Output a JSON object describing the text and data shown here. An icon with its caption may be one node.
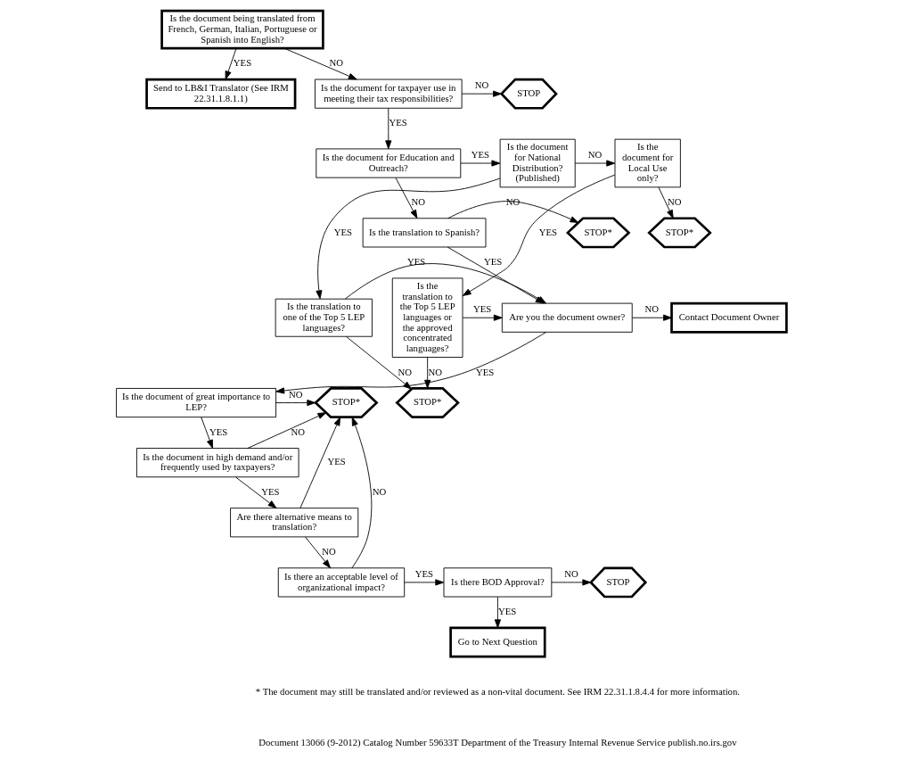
{
  "diagram": {
    "nodes": [
      {
        "text": [
          "Is the document being translated from French, German, Italian, Portuguese or Spanish into English?"
        ]
      },
      {
        "text": [
          "Send to LB&I Translator (See IRM 22.31.1.8.1.1)"
        ]
      },
      {
        "text": [
          "STOP"
        ]
      },
      {
        "text": [
          "Is the document for taxpayer use in meeting their tax responsibilities?"
        ]
      },
      {
        "text": [
          "Is the document for Education and Outreach?"
        ]
      },
      {
        "text": [
          "Is the document for National Distribution? (Published)"
        ]
      },
      {
        "text": [
          "Is the document for Local Use only?"
        ]
      },
      {
        "text": [
          "STOP*"
        ]
      },
      {
        "text": [
          "STOP*"
        ]
      },
      {
        "text": [
          "Is the translation to Spanish?"
        ]
      },
      {
        "text": [
          "Contact Document Owner"
        ]
      },
      {
        "text": [
          "Are you the document owner?"
        ]
      },
      {
        "text": [
          "Is the translation to one of the Top 5 LEP languages?"
        ]
      },
      {
        "text": [
          "Is the translation to the Top 5 LEP languages or the approved concentrated languages?"
        ]
      },
      {
        "text": [
          "STOP*"
        ]
      },
      {
        "text": [
          "Is the document of great importance to LEP?"
        ]
      },
      {
        "text": [
          "STOP*"
        ]
      },
      {
        "text": [
          "Is the document in high demand and/or frequently used by taxpayers?"
        ]
      },
      {
        "text": [
          "Are there alternative means to translation?"
        ]
      },
      {
        "text": [
          "Is there an acceptable level of organizational impact?"
        ]
      },
      {
        "text": [
          "Is there BOD Approval?"
        ]
      },
      {
        "text": [
          "STOP"
        ]
      },
      {
        "text": [
          "Go to Next Question"
        ]
      }
    ],
    "edges": [
      {
        "from": 0,
        "to": 1,
        "arrow": "to",
        "label": "YES"
      },
      {
        "from": 0,
        "to": 3,
        "arrow": "to",
        "label": "NO"
      },
      {
        "from": 3,
        "to": 2,
        "arrow": "to",
        "label": "NO"
      },
      {
        "from": 3,
        "to": 4,
        "arrow": "to",
        "label": "YES"
      },
      {
        "from": 4,
        "to": 5,
        "arrow": "to",
        "label": "YES"
      },
      {
        "from": 5,
        "to": 6,
        "arrow": "to",
        "label": "NO"
      },
      {
        "from": 6,
        "to": 7,
        "arrow": "to",
        "label": "NO"
      },
      {
        "from": 6,
        "to": 13,
        "arrow": "to",
        "label": "YES"
      },
      {
        "from": 5,
        "to": 12,
        "arrow": "to",
        "label": "YES"
      },
      {
        "from": 4,
        "to": 9,
        "arrow": "to",
        "label": "NO"
      },
      {
        "from": 9,
        "to": 8,
        "arrow": "to",
        "label": "NO"
      },
      {
        "from": 9,
        "to": 11,
        "arrow": "to",
        "label": "YES"
      },
      {
        "from": 12,
        "to": 11,
        "arrow": "to",
        "label": "YES"
      },
      {
        "from": 12,
        "to": 16,
        "arrow": "to",
        "label": "NO"
      },
      {
        "from": 13,
        "to": 16,
        "arrow": "to",
        "label": "NO"
      },
      {
        "from": 13,
        "to": 11,
        "arrow": "to",
        "label": "YES"
      },
      {
        "from": 11,
        "to": 10,
        "arrow": "to",
        "label": "NO"
      },
      {
        "from": 11,
        "to": 15,
        "arrow": "to",
        "label": "YES"
      },
      {
        "from": 15,
        "to": 14,
        "arrow": "to",
        "label": "NO"
      },
      {
        "from": 15,
        "to": 17,
        "arrow": "to",
        "label": "YES"
      },
      {
        "from": 17,
        "to": 14,
        "arrow": "to",
        "label": "NO"
      },
      {
        "from": 17,
        "to": 18,
        "arrow": "to",
        "label": "YES"
      },
      {
        "from": 18,
        "to": 14,
        "arrow": "to",
        "label": "YES"
      },
      {
        "from": 18,
        "to": 19,
        "arrow": "to",
        "label": "NO"
      },
      {
        "from": 19,
        "to": 14,
        "arrow": "to",
        "label": "NO"
      },
      {
        "from": 19,
        "to": 20,
        "arrow": "to",
        "label": "YES"
      },
      {
        "from": 20,
        "to": 21,
        "arrow": "to",
        "label": "NO"
      },
      {
        "from": 20,
        "to": 22,
        "arrow": "to",
        "label": "YES"
      }
    ],
    "labels": [
      "* The document may still be translated and/or reviewed as a non-vital document. See IRM 22.31.1.8.4.4 for more information.",
      "Document 13066 (9-2012) Catalog Number 59633T Department of the Treasury Internal Revenue Service publish.no.irs.gov"
    ]
  }
}
